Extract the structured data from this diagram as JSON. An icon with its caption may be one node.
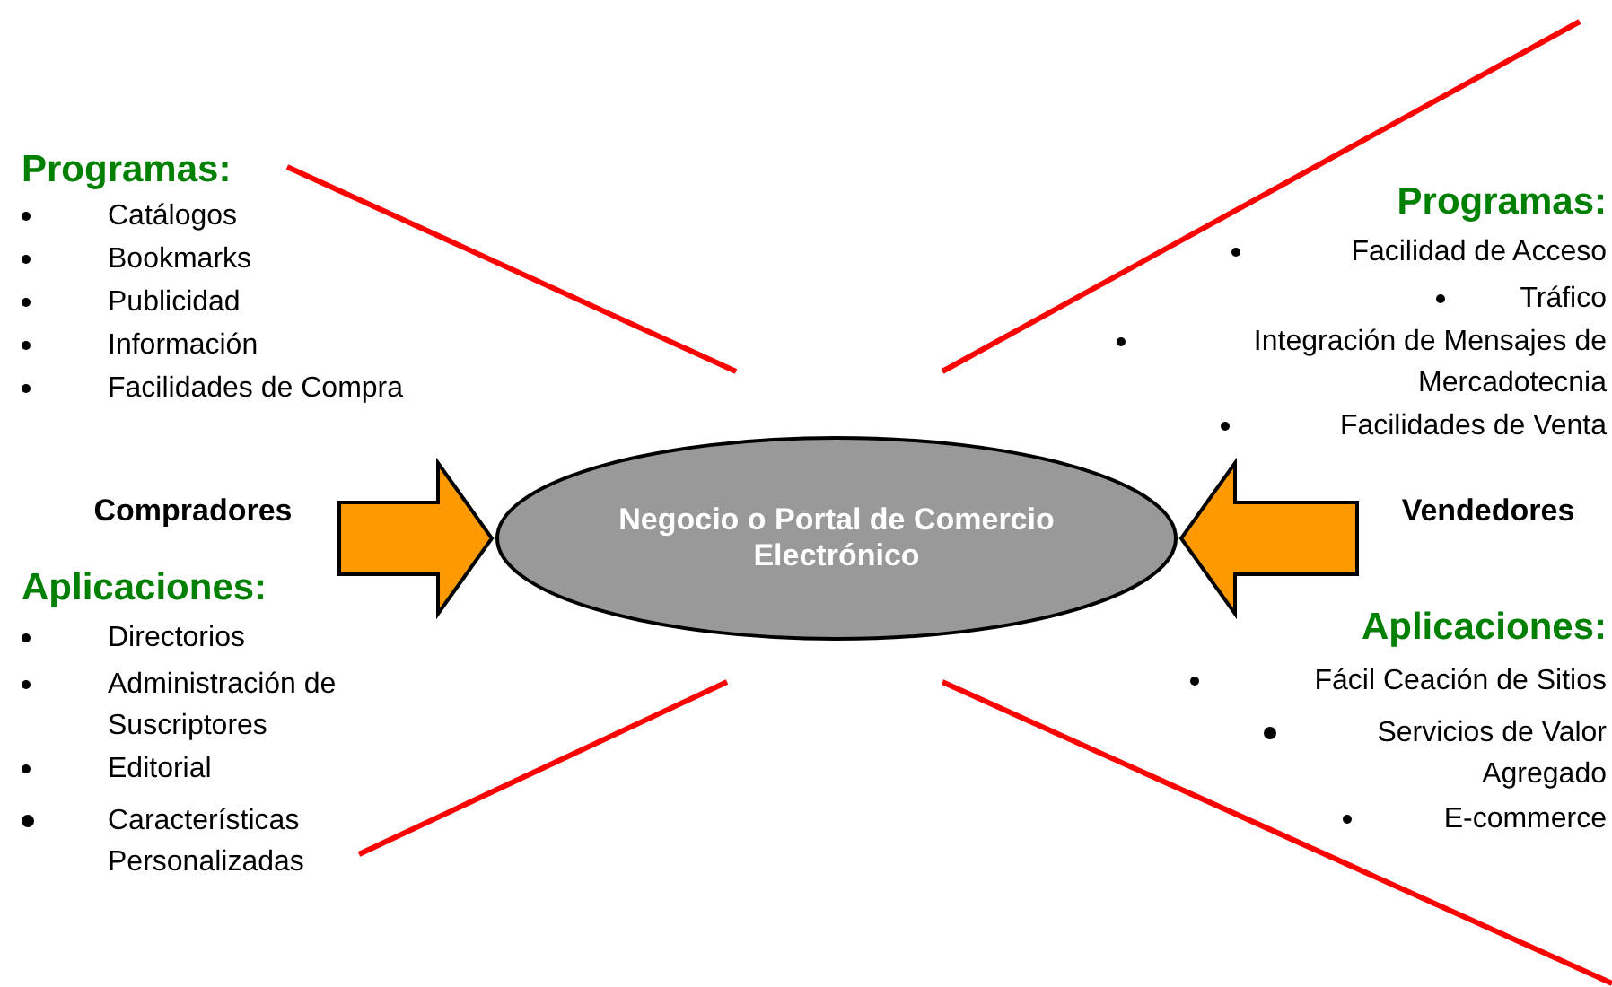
{
  "diagram": {
    "nodes": [
      {
        "text": [
          "Compradores"
        ]
      },
      {
        "text": [
          "Negocio  o Portal de Comercio Electrónico"
        ]
      },
      {
        "text": [
          "Vendedores"
        ]
      }
    ],
    "edges": [
      {
        "from": 0,
        "to": 1,
        "arrow": "to",
        "style": "thick",
        "color": "#ff9900"
      },
      {
        "from": 2,
        "to": 1,
        "arrow": "to",
        "style": "thick",
        "color": "#ff9900"
      }
    ],
    "labels": [
      "Programas:",
      "Catálogos",
      "Bookmarks",
      "Publicidad",
      "Información",
      "Facilidades de Compra",
      "Aplicaciones:",
      "Directorios",
      "Administración de Suscriptores",
      "Editorial",
      "Características Personalizadas",
      "Programas:",
      "Facilidad de Acceso",
      "Tráfico",
      "Integración de Mensajes  de Mercadotecnia",
      "Facilidades de Venta",
      "Aplicaciones:",
      "Fácil Ceación de Sitios",
      "Servicios de Valor Agregado",
      "E-commerce"
    ]
  }
}
